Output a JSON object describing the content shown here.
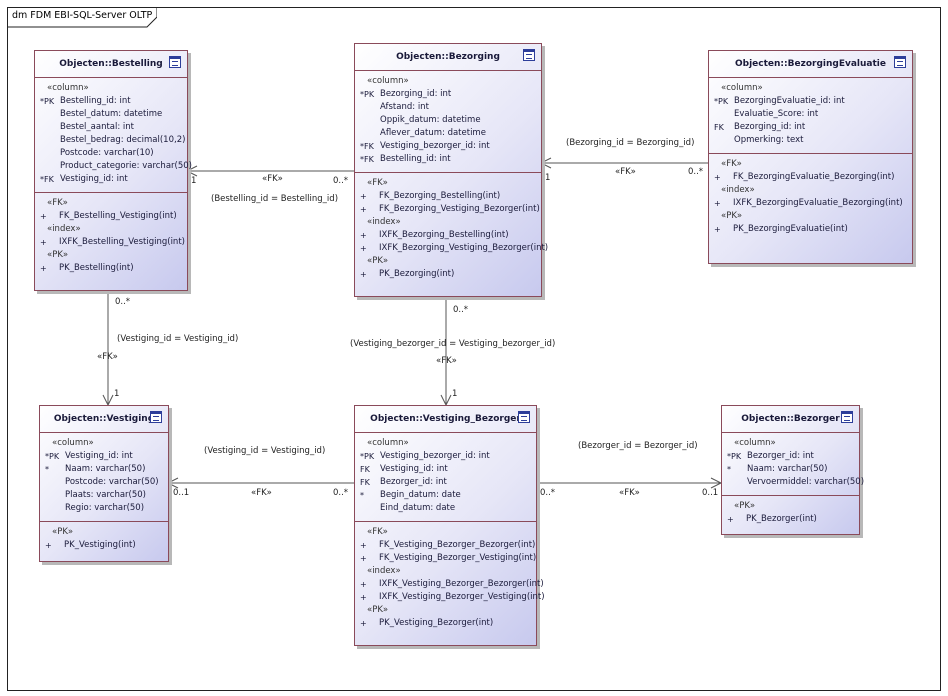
{
  "diagram": {
    "title": "dm FDM EBI-SQL-Server OLTP",
    "entities": [
      {
        "id": "bestelling",
        "title": "Objecten::Bestelling",
        "sections": [
          {
            "group": "«column»",
            "rows": [
              {
                "mk": "*PK",
                "tx": "Bestelling_id: int"
              },
              {
                "mk": "",
                "tx": "Bestel_datum: datetime"
              },
              {
                "mk": "",
                "tx": "Bestel_aantal: int"
              },
              {
                "mk": "",
                "tx": "Bestel_bedrag: decimal(10,2)"
              },
              {
                "mk": "",
                "tx": "Postcode: varchar(10)"
              },
              {
                "mk": "",
                "tx": "Product_categorie: varchar(50)"
              },
              {
                "mk": "*FK",
                "tx": "Vestiging_id: int"
              }
            ]
          },
          {
            "groups": [
              {
                "group": "«FK»",
                "rows": [
                  {
                    "mk": "+",
                    "tx": "FK_Bestelling_Vestiging(int)"
                  }
                ]
              },
              {
                "group": "«index»",
                "rows": [
                  {
                    "mk": "+",
                    "tx": "IXFK_Bestelling_Vestiging(int)"
                  }
                ]
              },
              {
                "group": "«PK»",
                "rows": [
                  {
                    "mk": "+",
                    "tx": "PK_Bestelling(int)"
                  }
                ]
              }
            ]
          }
        ]
      },
      {
        "id": "bezorging",
        "title": "Objecten::Bezorging",
        "sections": [
          {
            "group": "«column»",
            "rows": [
              {
                "mk": "*PK",
                "tx": "Bezorging_id: int"
              },
              {
                "mk": "",
                "tx": "Afstand: int"
              },
              {
                "mk": "",
                "tx": "Oppik_datum: datetime"
              },
              {
                "mk": "",
                "tx": "Aflever_datum: datetime"
              },
              {
                "mk": "*FK",
                "tx": "Vestiging_bezorger_id: int"
              },
              {
                "mk": "*FK",
                "tx": "Bestelling_id: int"
              }
            ]
          },
          {
            "groups": [
              {
                "group": "«FK»",
                "rows": [
                  {
                    "mk": "+",
                    "tx": "FK_Bezorging_Bestelling(int)"
                  },
                  {
                    "mk": "+",
                    "tx": "FK_Bezorging_Vestiging_Bezorger(int)"
                  }
                ]
              },
              {
                "group": "«index»",
                "rows": [
                  {
                    "mk": "+",
                    "tx": "IXFK_Bezorging_Bestelling(int)"
                  },
                  {
                    "mk": "+",
                    "tx": "IXFK_Bezorging_Vestiging_Bezorger(int)"
                  }
                ]
              },
              {
                "group": "«PK»",
                "rows": [
                  {
                    "mk": "+",
                    "tx": "PK_Bezorging(int)"
                  }
                ]
              }
            ]
          }
        ]
      },
      {
        "id": "evaluatie",
        "title": "Objecten::BezorgingEvaluatie",
        "sections": [
          {
            "group": "«column»",
            "rows": [
              {
                "mk": "*PK",
                "tx": "BezorgingEvaluatie_id: int"
              },
              {
                "mk": "",
                "tx": "Evaluatie_Score: int"
              },
              {
                "mk": "FK",
                "tx": "Bezorging_id: int"
              },
              {
                "mk": "",
                "tx": "Opmerking: text"
              }
            ]
          },
          {
            "groups": [
              {
                "group": "«FK»",
                "rows": [
                  {
                    "mk": "+",
                    "tx": "FK_BezorgingEvaluatie_Bezorging(int)"
                  }
                ]
              },
              {
                "group": "«index»",
                "rows": [
                  {
                    "mk": "+",
                    "tx": "IXFK_BezorgingEvaluatie_Bezorging(int)"
                  }
                ]
              },
              {
                "group": "«PK»",
                "rows": [
                  {
                    "mk": "+",
                    "tx": "PK_BezorgingEvaluatie(int)"
                  }
                ]
              }
            ]
          }
        ]
      },
      {
        "id": "vestiging",
        "title": "Objecten::Vestiging",
        "sections": [
          {
            "group": "«column»",
            "rows": [
              {
                "mk": "*PK",
                "tx": "Vestiging_id: int"
              },
              {
                "mk": "*",
                "tx": "Naam: varchar(50)"
              },
              {
                "mk": "",
                "tx": "Postcode: varchar(50)"
              },
              {
                "mk": "",
                "tx": "Plaats: varchar(50)"
              },
              {
                "mk": "",
                "tx": "Regio: varchar(50)"
              }
            ]
          },
          {
            "groups": [
              {
                "group": "«PK»",
                "rows": [
                  {
                    "mk": "+",
                    "tx": "PK_Vestiging(int)"
                  }
                ]
              }
            ]
          }
        ]
      },
      {
        "id": "vb",
        "title": "Objecten::Vestiging_Bezorger",
        "sections": [
          {
            "group": "«column»",
            "rows": [
              {
                "mk": "*PK",
                "tx": "Vestiging_bezorger_id: int"
              },
              {
                "mk": "FK",
                "tx": "Vestiging_id: int"
              },
              {
                "mk": "FK",
                "tx": "Bezorger_id: int"
              },
              {
                "mk": "*",
                "tx": "Begin_datum: date"
              },
              {
                "mk": "",
                "tx": "Eind_datum: date"
              }
            ]
          },
          {
            "groups": [
              {
                "group": "«FK»",
                "rows": [
                  {
                    "mk": "+",
                    "tx": "FK_Vestiging_Bezorger_Bezorger(int)"
                  },
                  {
                    "mk": "+",
                    "tx": "FK_Vestiging_Bezorger_Vestiging(int)"
                  }
                ]
              },
              {
                "group": "«index»",
                "rows": [
                  {
                    "mk": "+",
                    "tx": "IXFK_Vestiging_Bezorger_Bezorger(int)"
                  },
                  {
                    "mk": "+",
                    "tx": "IXFK_Vestiging_Bezorger_Vestiging(int)"
                  }
                ]
              },
              {
                "group": "«PK»",
                "rows": [
                  {
                    "mk": "+",
                    "tx": "PK_Vestiging_Bezorger(int)"
                  }
                ]
              }
            ]
          }
        ]
      },
      {
        "id": "bezorger",
        "title": "Objecten::Bezorger",
        "sections": [
          {
            "group": "«column»",
            "rows": [
              {
                "mk": "*PK",
                "tx": "Bezorger_id: int"
              },
              {
                "mk": "*",
                "tx": "Naam: varchar(50)"
              },
              {
                "mk": "",
                "tx": "Vervoermiddel: varchar(50)"
              }
            ]
          },
          {
            "groups": [
              {
                "group": "«PK»",
                "rows": [
                  {
                    "mk": "+",
                    "tx": "PK_Bezorger(int)"
                  }
                ]
              }
            ]
          }
        ]
      }
    ],
    "relations": [
      {
        "id": "r1",
        "join": "(Bestelling_id = Bestelling_id)",
        "stereo": "«FK»",
        "from_mult": "0..*",
        "to_mult": "1"
      },
      {
        "id": "r2",
        "join": "(Bezorging_id = Bezorging_id)",
        "stereo": "«FK»",
        "from_mult": "0..*",
        "to_mult": "1"
      },
      {
        "id": "r3",
        "join": "(Vestiging_id = Vestiging_id)",
        "stereo": "«FK»",
        "from_mult": "0..*",
        "to_mult": "1"
      },
      {
        "id": "r4",
        "join": "(Vestiging_bezorger_id = Vestiging_bezorger_id)",
        "stereo": "«FK»",
        "from_mult": "0..*",
        "to_mult": "1"
      },
      {
        "id": "r5",
        "join": "(Vestiging_id = Vestiging_id)",
        "stereo": "«FK»",
        "from_mult": "0..*",
        "to_mult": "0..1"
      },
      {
        "id": "r6",
        "join": "(Bezorger_id = Bezorger_id)",
        "stereo": "«FK»",
        "from_mult": "0..*",
        "to_mult": "0..1"
      }
    ]
  }
}
